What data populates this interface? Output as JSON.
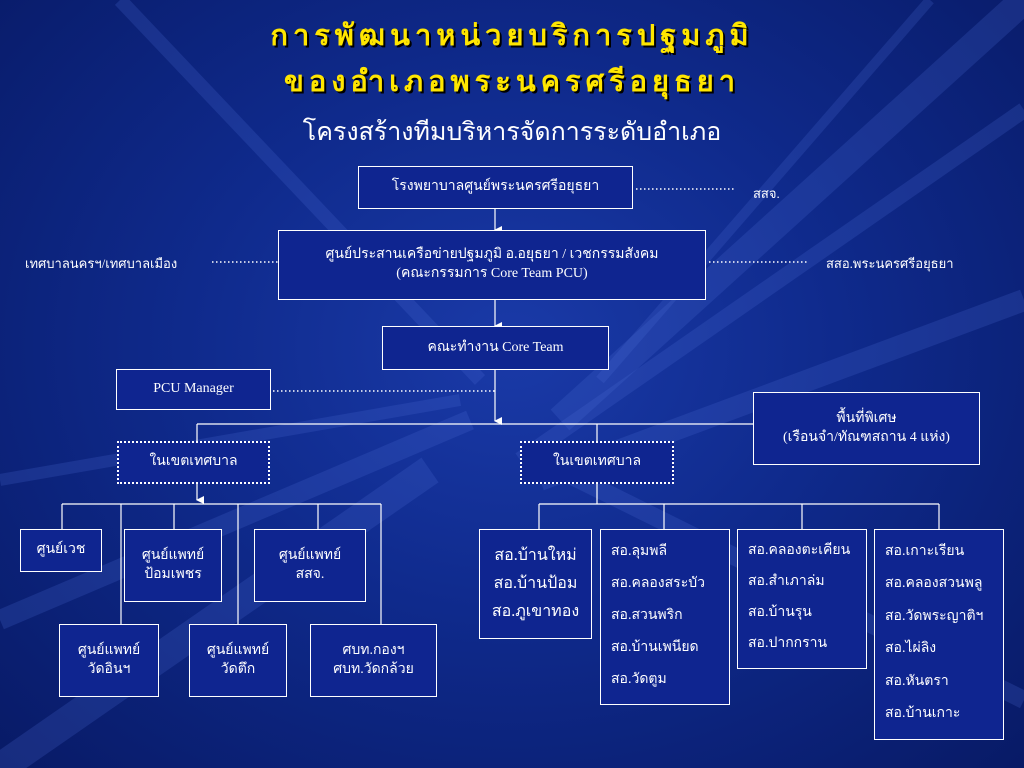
{
  "slide": {
    "title_line1": "การพัฒนาหน่วยบริการปฐมภูมิ",
    "title_line2": "ของอำเภอพระนครศรีอยุธยา",
    "subtitle": "โครงสร้างทีมบริหารจัดการระดับอำเภอ"
  },
  "org": {
    "hospital": "โรงพยาบาลศูนย์พระนครศรีอยุธยา",
    "ssj": "สสจ.",
    "coord_line1": "ศูนย์ประสานเครือข่ายปฐมภูมิ อ.อยุธยา / เวชกรรมสังคม",
    "coord_line2": "(คณะกรรมการ  Core  Team  PCU)",
    "municipality": "เทศบาลนครฯ/เทศบาลเมือง",
    "district_office": "สสอ.พระนครศรีอยุธยา",
    "working_group": "คณะทำงาน Core  Team",
    "pcu_manager": "PCU Manager",
    "special_line1": "พื้นที่พิเศษ",
    "special_line2": "(เรือนจำ/ทัณฑสถาน 4 แห่ง)",
    "zone_left": "ในเขตเทศบาล",
    "zone_right": "ในเขตเทศบาล",
    "leaf_vech": "ศูนย์เวช",
    "leaf_pomphet_1": "ศูนย์แพทย์",
    "leaf_pomphet_2": "ป้อมเพชร",
    "leaf_ssj_1": "ศูนย์แพทย์",
    "leaf_ssj_2": "สสจ.",
    "leaf_watin_1": "ศูนย์แพทย์",
    "leaf_watin_2": "วัดอินฯ",
    "leaf_watteuk_1": "ศูนย์แพทย์",
    "leaf_watteuk_2": "วัดตึก",
    "leaf_sbt_1": "ศบท.กองฯ",
    "leaf_sbt_2": "ศบท.วัดกล้วย",
    "group1": [
      "สอ.บ้านใหม่",
      "สอ.บ้านป้อม",
      "สอ.ภูเขาทอง"
    ],
    "group2": [
      "สอ.ลุมพลี",
      "สอ.คลองสระบัว",
      "สอ.สวนพริก",
      "สอ.บ้านเพนียด",
      "สอ.วัดตูม"
    ],
    "group3": [
      "สอ.คลองตะเคียน",
      "สอ.สำเภาล่ม",
      "สอ.บ้านรุน",
      "สอ.ปากกราน"
    ],
    "group4": [
      "สอ.เกาะเรียน",
      "สอ.คลองสวนพลู",
      "สอ.วัดพระญาติฯ",
      "สอ.ไผ่ลิง",
      "สอ.หันตรา",
      "สอ.บ้านเกาะ"
    ]
  }
}
